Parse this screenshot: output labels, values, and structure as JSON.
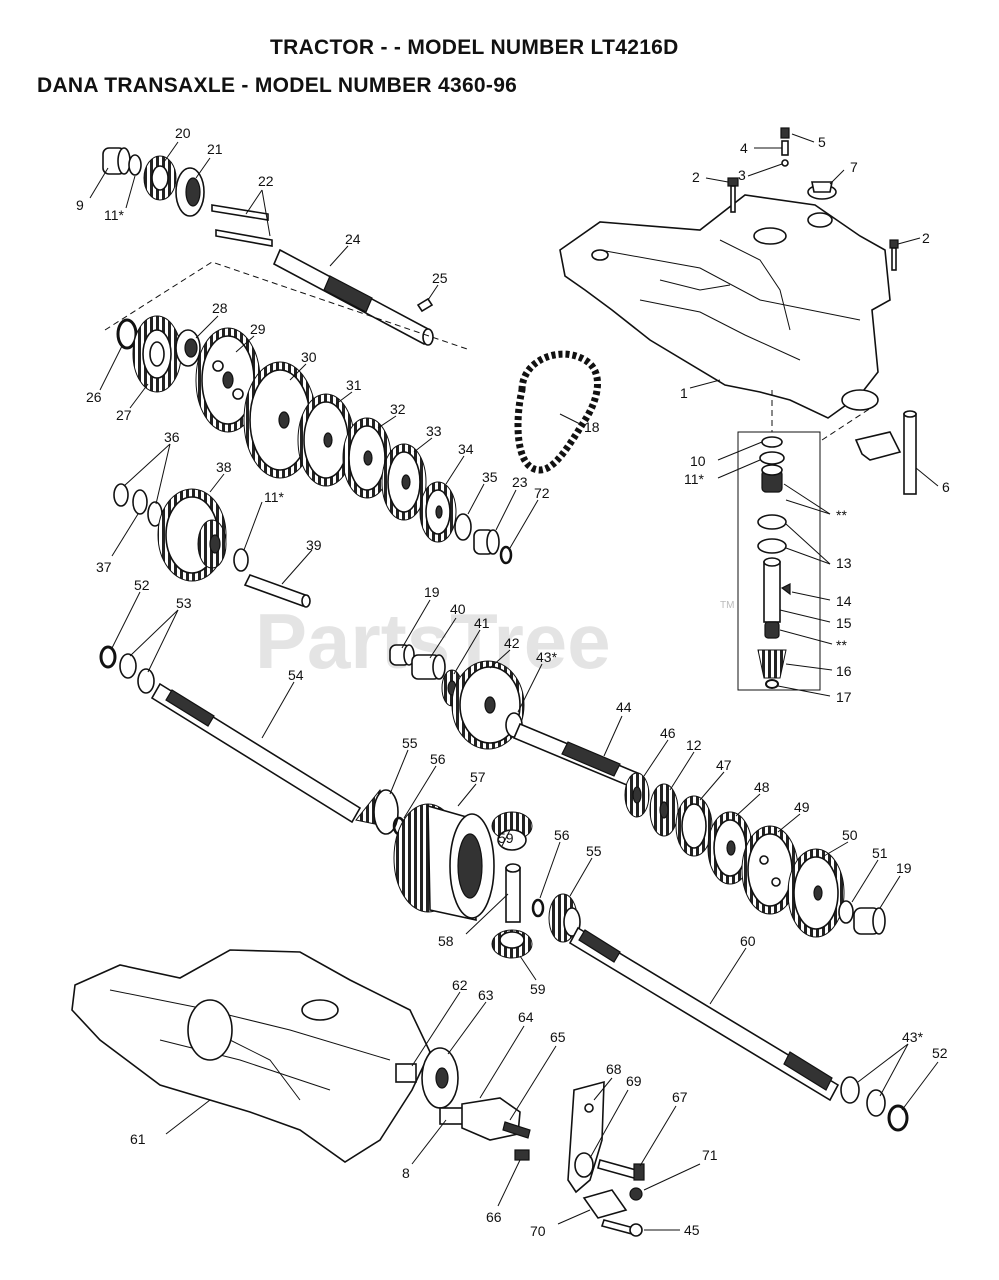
{
  "header": {
    "title_line1": "TRACTOR - - MODEL NUMBER LT4216D",
    "title_line2": "DANA TRANSAXLE - MODEL NUMBER 4360-96"
  },
  "watermark": {
    "text": "PartsTree",
    "trademark": "TM"
  },
  "callouts": [
    "20",
    "21",
    "9",
    "11*",
    "22",
    "24",
    "25",
    "28",
    "29",
    "26",
    "27",
    "30",
    "31",
    "32",
    "33",
    "34",
    "35",
    "23",
    "72",
    "36",
    "38",
    "37",
    "11*",
    "39",
    "52",
    "53",
    "54",
    "19",
    "40",
    "41",
    "42",
    "43*",
    "44",
    "46",
    "12",
    "47",
    "48",
    "49",
    "50",
    "51",
    "19",
    "55",
    "56",
    "57",
    "59",
    "56",
    "55",
    "58",
    "59",
    "60",
    "61",
    "62",
    "63",
    "64",
    "65",
    "8",
    "68",
    "69",
    "67",
    "66",
    "70",
    "71",
    "45",
    "43*",
    "52",
    "5",
    "4",
    "3",
    "2",
    "7",
    "2",
    "1",
    "18",
    "10",
    "11*",
    "**",
    "13",
    "14",
    "15",
    "**",
    "16",
    "17",
    "6"
  ]
}
